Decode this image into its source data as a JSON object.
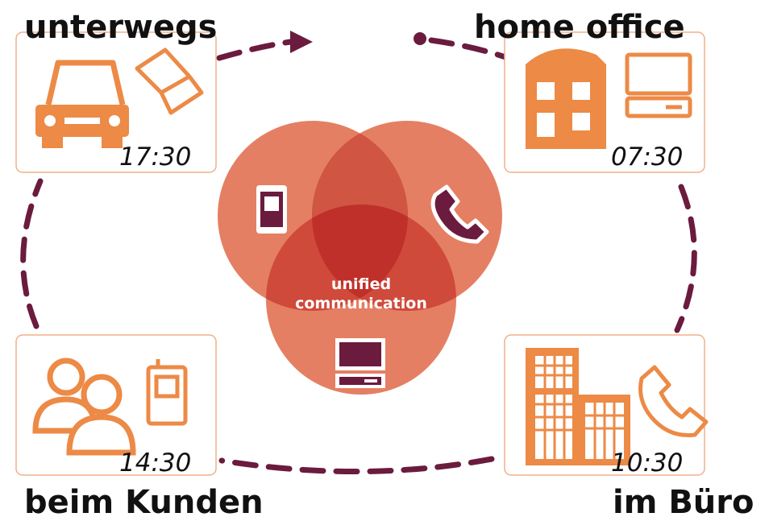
{
  "locations": {
    "unterwegs": {
      "label": "unterwegs",
      "time": "17:30"
    },
    "home_office": {
      "label": "home office",
      "time": "07:30"
    },
    "kunden": {
      "label": "beim Kunden",
      "time": "14:30"
    },
    "buero": {
      "label": "im Büro",
      "time": "10:30"
    }
  },
  "center": {
    "line1": "unified",
    "line2": "communication"
  },
  "colors": {
    "orange": "#ec8a46",
    "circle": "#e57f63",
    "overlap": "#cf4a3b",
    "center": "#c0302a",
    "dash": "#6b1b3e"
  },
  "icons": [
    "car-icon",
    "laptop-icon",
    "house-icon",
    "desktop-icon",
    "users-icon",
    "mobile-phone-icon",
    "office-building-icon",
    "telephone-handset-icon"
  ]
}
